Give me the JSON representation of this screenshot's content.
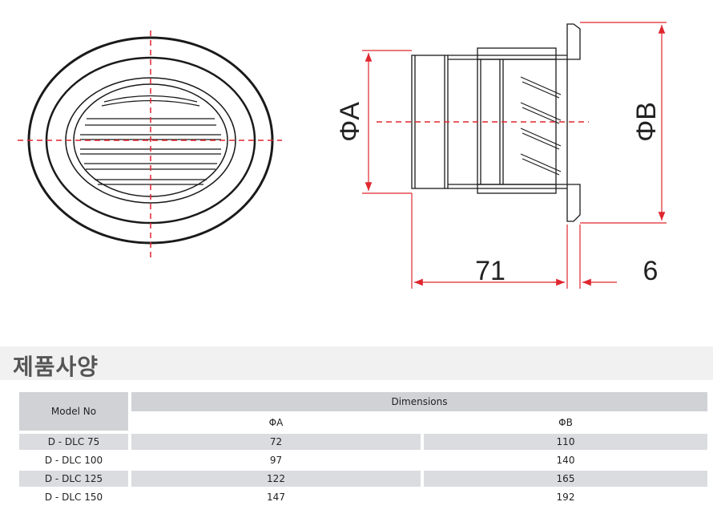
{
  "drawing": {
    "dim_A_label": "ΦA",
    "dim_B_label": "ΦB",
    "length_label": "71",
    "flange_label": "6"
  },
  "spec": {
    "title": "제품사양",
    "col_model": "Model  No",
    "col_dimensions": "Dimensions",
    "sub_a": "ΦA",
    "sub_b": "ΦB",
    "rows": [
      {
        "model": "D - DLC   75",
        "a": "72",
        "b": "110"
      },
      {
        "model": "D - DLC  100",
        "a": "97",
        "b": "140"
      },
      {
        "model": "D - DLC  125",
        "a": "122",
        "b": "165"
      },
      {
        "model": "D - DLC  150",
        "a": "147",
        "b": "192"
      }
    ]
  },
  "colors": {
    "dimension_red": "#e0262e",
    "line_dark": "#1a1a1a",
    "table_header": "#d0d2d6",
    "table_shade": "#dadce0"
  }
}
